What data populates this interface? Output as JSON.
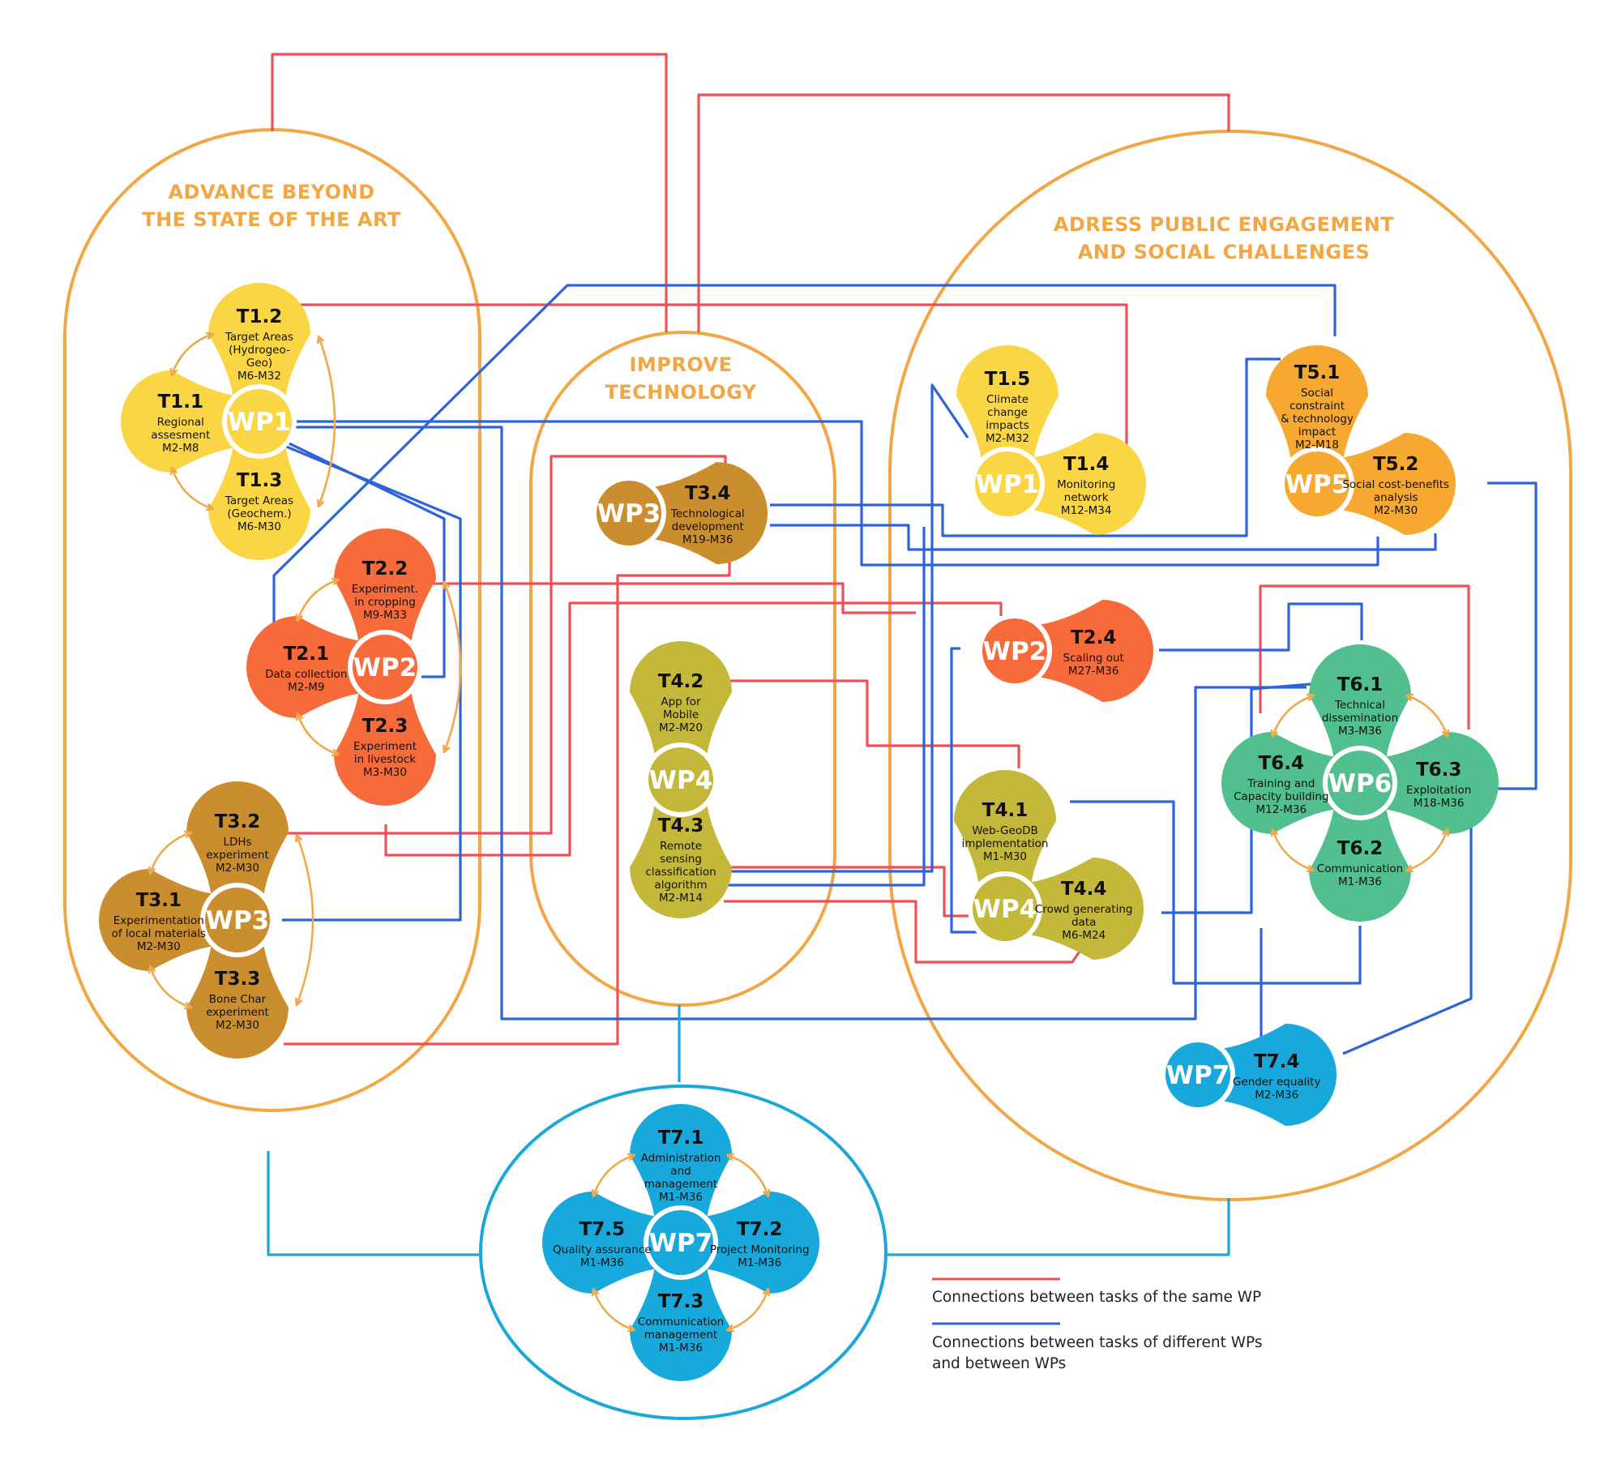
{
  "colors": {
    "wp1": "#fbd644",
    "wp2": "#f76a3a",
    "wp3": "#cb8e2e",
    "wp4": "#c4b83a",
    "wp5": "#f6a830",
    "wp6": "#52c08e",
    "wp7": "#18a9dc",
    "group_outline": "#f2a644",
    "wp7_outline": "#1aa8d8",
    "same_wp_line": "#ee5059",
    "diff_wp_line": "#2e64d8",
    "arrow": "#f0a94a"
  },
  "groups": {
    "advance_title": [
      "ADVANCE BEYOND",
      "THE STATE OF THE ART"
    ],
    "improve_title": [
      "IMPROVE",
      "TECHNOLOGY"
    ],
    "adress_title": [
      "ADRESS PUBLIC ENGAGEMENT",
      "AND SOCIAL CHALLENGES"
    ]
  },
  "clusters": [
    {
      "id": "wp1-advance",
      "center": "WP1",
      "wp": "wp1",
      "tasks": [
        {
          "dir": "top",
          "title": "T1.2",
          "lines": [
            "Target Areas",
            "(Hydrogeo-",
            "Geo)",
            "M6-M32"
          ]
        },
        {
          "dir": "left",
          "title": "T1.1",
          "lines": [
            "Regional",
            "assesment",
            "M2-M8"
          ]
        },
        {
          "dir": "bottom",
          "title": "T1.3",
          "lines": [
            "Target Areas",
            "(Geochem.)",
            "M6-M30"
          ]
        }
      ]
    },
    {
      "id": "wp2-advance",
      "center": "WP2",
      "wp": "wp2",
      "tasks": [
        {
          "dir": "top",
          "title": "T2.2",
          "lines": [
            "Experiment.",
            "in cropping",
            "M9-M33"
          ]
        },
        {
          "dir": "left",
          "title": "T2.1",
          "lines": [
            "Data collection",
            "M2-M9"
          ]
        },
        {
          "dir": "bottom",
          "title": "T2.3",
          "lines": [
            "Experiment",
            "in livestock",
            "M3-M30"
          ]
        }
      ]
    },
    {
      "id": "wp3-advance",
      "center": "WP3",
      "wp": "wp3",
      "tasks": [
        {
          "dir": "top",
          "title": "T3.2",
          "lines": [
            "LDHs",
            "experiment",
            "M2-M30"
          ]
        },
        {
          "dir": "left",
          "title": "T3.1",
          "lines": [
            "Experimentation",
            "of local materials",
            "M2-M30"
          ]
        },
        {
          "dir": "bottom",
          "title": "T3.3",
          "lines": [
            "Bone Char",
            "experiment",
            "M2-M30"
          ]
        }
      ]
    },
    {
      "id": "wp3-improve",
      "center": "WP3",
      "wp": "wp3",
      "tasks": [
        {
          "dir": "right",
          "title": "T3.4",
          "lines": [
            "Technological",
            "development",
            "M19-M36"
          ]
        }
      ]
    },
    {
      "id": "wp4-improve",
      "center": "WP4",
      "wp": "wp4",
      "tasks": [
        {
          "dir": "top",
          "title": "T4.2",
          "lines": [
            "App for",
            "Mobile",
            "M2-M20"
          ]
        },
        {
          "dir": "bottom",
          "title": "T4.3",
          "lines": [
            "Remote",
            "sensing",
            "classification",
            "algorithm",
            "M2-M14"
          ]
        }
      ]
    },
    {
      "id": "wp1-adress",
      "center": "WP1",
      "wp": "wp1",
      "tasks": [
        {
          "dir": "top",
          "title": "T1.5",
          "lines": [
            "Climate",
            "change",
            "impacts",
            "M2-M32"
          ]
        },
        {
          "dir": "right",
          "title": "T1.4",
          "lines": [
            "Monitoring",
            "network",
            "M12-M34"
          ]
        }
      ]
    },
    {
      "id": "wp5-adress",
      "center": "WP5",
      "wp": "wp5",
      "tasks": [
        {
          "dir": "top",
          "title": "T5.1",
          "lines": [
            "Social",
            "constraint",
            "& technology",
            "impact",
            "M2-M18"
          ]
        },
        {
          "dir": "right",
          "title": "T5.2",
          "lines": [
            "Social cost-benefits",
            "analysis",
            "M2-M30"
          ]
        }
      ]
    },
    {
      "id": "wp2-adress",
      "center": "WP2",
      "wp": "wp2",
      "tasks": [
        {
          "dir": "right",
          "title": "T2.4",
          "lines": [
            "Scaling out",
            "M27-M36"
          ]
        }
      ]
    },
    {
      "id": "wp4-adress",
      "center": "WP4",
      "wp": "wp4",
      "tasks": [
        {
          "dir": "top",
          "title": "T4.1",
          "lines": [
            "Web-GeoDB",
            "implementation",
            "M1-M30"
          ]
        },
        {
          "dir": "right",
          "title": "T4.4",
          "lines": [
            "Crowd generating",
            "data",
            "M6-M24"
          ]
        }
      ]
    },
    {
      "id": "wp6-adress",
      "center": "WP6",
      "wp": "wp6",
      "tasks": [
        {
          "dir": "top",
          "title": "T6.1",
          "lines": [
            "Technical",
            "dissemination",
            "M3-M36"
          ]
        },
        {
          "dir": "left",
          "title": "T6.4",
          "lines": [
            "Training and",
            "Capacity building",
            "M12-M36"
          ]
        },
        {
          "dir": "right",
          "title": "T6.3",
          "lines": [
            "Exploitation",
            "M18-M36"
          ]
        },
        {
          "dir": "bottom",
          "title": "T6.2",
          "lines": [
            "Communication",
            "M1-M36"
          ]
        }
      ]
    },
    {
      "id": "wp7-adress",
      "center": "WP7",
      "wp": "wp7",
      "tasks": [
        {
          "dir": "right",
          "title": "T7.4",
          "lines": [
            "Gender equality",
            "M2-M36"
          ]
        }
      ]
    },
    {
      "id": "wp7-main",
      "center": "WP7",
      "wp": "wp7",
      "tasks": [
        {
          "dir": "top",
          "title": "T7.1",
          "lines": [
            "Administration",
            "and",
            "management",
            "M1-M36"
          ]
        },
        {
          "dir": "left",
          "title": "T7.5",
          "lines": [
            "Quality assurance",
            "M1-M36"
          ]
        },
        {
          "dir": "right",
          "title": "T7.2",
          "lines": [
            "Project Monitoring",
            "M1-M36"
          ]
        },
        {
          "dir": "bottom",
          "title": "T7.3",
          "lines": [
            "Communication",
            "management",
            "M1-M36"
          ]
        }
      ]
    }
  ],
  "legend": {
    "same_wp": [
      "Connections between tasks of the same WP"
    ],
    "different_wp": [
      "Connections between tasks of different WPs",
      "and between WPs"
    ]
  }
}
